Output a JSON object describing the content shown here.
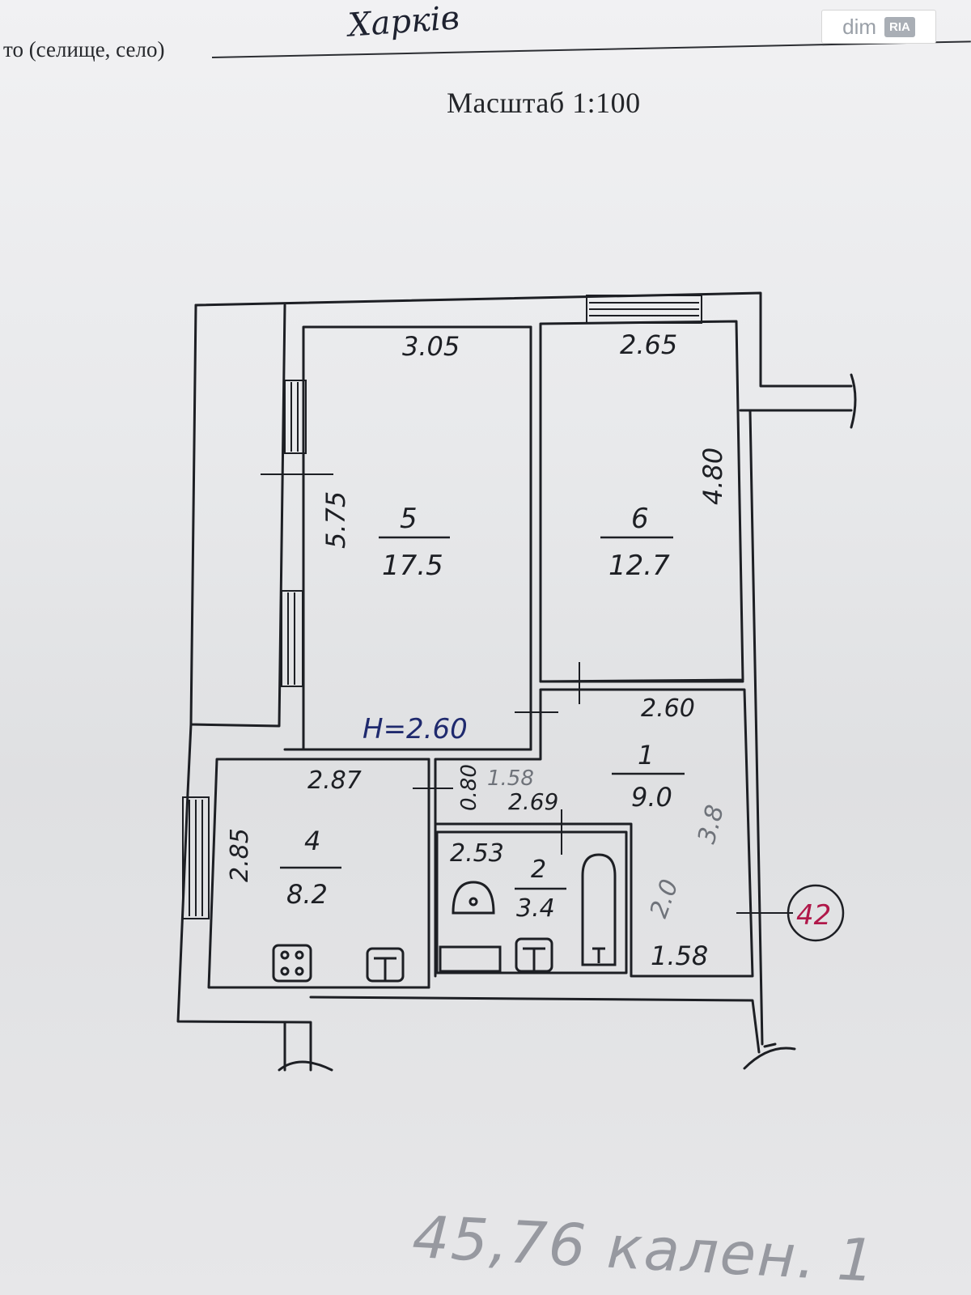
{
  "header": {
    "label": "то (селище, село)",
    "city": "Харків",
    "scale": "Масштаб 1:100"
  },
  "watermark": {
    "dim": "dim",
    "ria": "RIA"
  },
  "plan": {
    "height_note": "H=2.60",
    "rooms": [
      {
        "number": "5",
        "area": "17.5"
      },
      {
        "number": "6",
        "area": "12.7"
      },
      {
        "number": "1",
        "area": "9.0"
      },
      {
        "number": "4",
        "area": "8.2"
      },
      {
        "number": "2",
        "area": "3.4"
      }
    ],
    "dimensions": [
      "3.05",
      "2.65",
      "5.75",
      "4.80",
      "2.60",
      "2.87",
      "0.80",
      "1.58",
      "2.69",
      "2.85",
      "2.53",
      "2.0",
      "1.58",
      "3.8"
    ],
    "apartment_number": "42",
    "icons": [
      "stove-icon",
      "sink-icon",
      "toilet-icon",
      "bathtub-icon"
    ]
  },
  "footer": {
    "note": "45,76 кален. 1"
  },
  "colors": {
    "ink": "#1d1f24",
    "blue_ink": "#1f2a6e",
    "red_ink": "#b0184a",
    "pencil": "#7d8088"
  }
}
